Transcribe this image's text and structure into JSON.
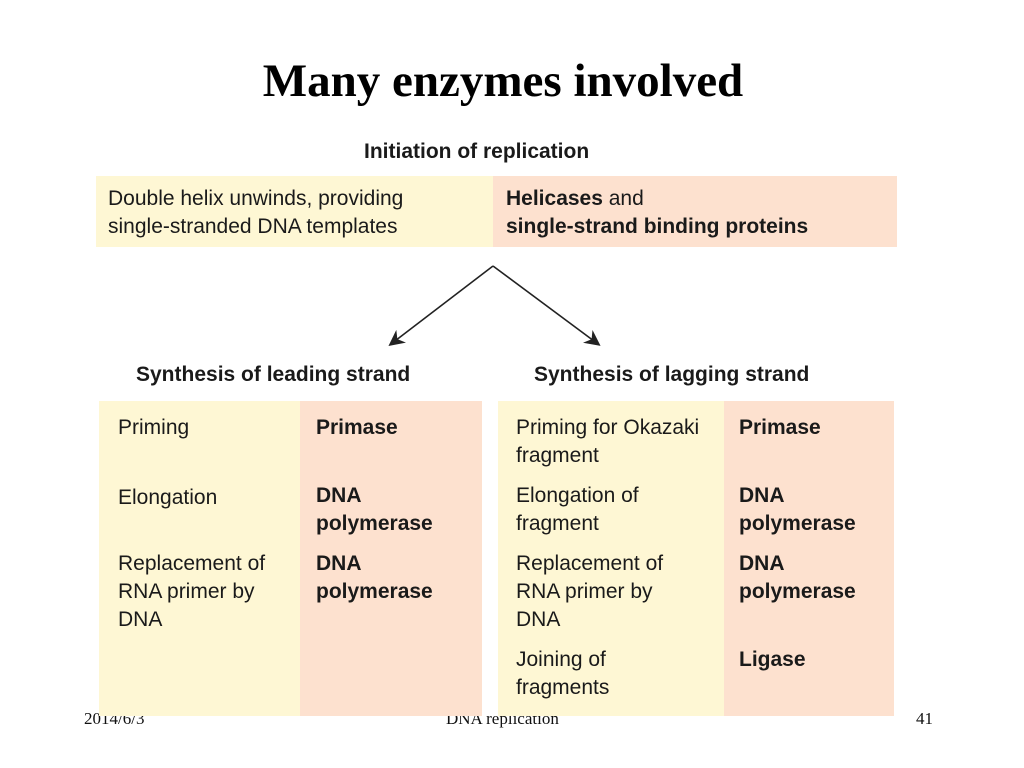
{
  "slide": {
    "title": "Many enzymes involved",
    "initiation_heading": "Initiation of replication",
    "initiation": {
      "process_line1": "Double helix unwinds, providing",
      "process_line2": "single-stranded DNA templates",
      "enzyme_bold": "Helicases",
      "enzyme_and": " and",
      "enzyme_line2": "single-strand binding proteins"
    },
    "leading": {
      "heading": "Synthesis of leading strand",
      "rows": [
        {
          "step": "Priming",
          "enzyme": "Primase"
        },
        {
          "step": "Elongation",
          "enzyme": "DNA polymerase"
        },
        {
          "step": "Replacement of RNA primer by DNA",
          "enzyme": "DNA polymerase"
        }
      ]
    },
    "lagging": {
      "heading": "Synthesis of lagging strand",
      "rows": [
        {
          "step": "Priming for Okazaki fragment",
          "enzyme": "Primase"
        },
        {
          "step": "Elongation of fragment",
          "enzyme": "DNA polymerase"
        },
        {
          "step": "Replacement of RNA primer by DNA",
          "enzyme": "DNA polymerase"
        },
        {
          "step": "Joining of fragments",
          "enzyme": "Ligase"
        }
      ]
    }
  },
  "footer": {
    "date": "2014/6/3",
    "center": "DNA replication",
    "page": "41"
  },
  "colors": {
    "process_fill": "#fef7d4",
    "enzyme_fill": "#fde1cf"
  }
}
